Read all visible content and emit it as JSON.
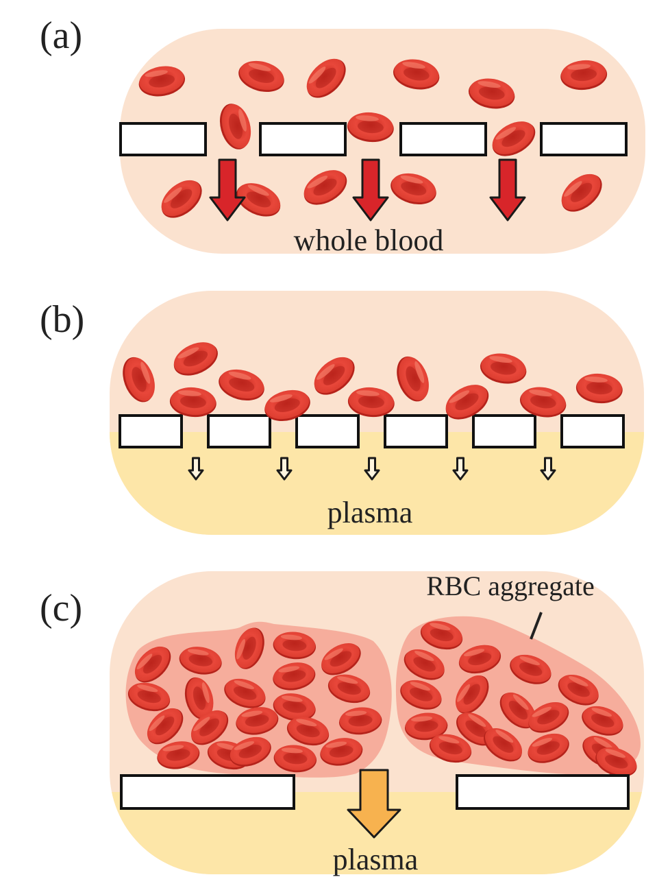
{
  "panels": [
    {
      "label": "(a)",
      "caption": "whole blood"
    },
    {
      "label": "(b)",
      "caption": "plasma"
    },
    {
      "label": "(c)",
      "caption": "plasma",
      "annotation": "RBC aggregate"
    }
  ],
  "colors": {
    "chamber": "#fbe2cf",
    "plasma": "#fde6a8",
    "rbc": "#e8473a",
    "rbc_dark": "#b5231b",
    "rbc_light": "#f37a67",
    "aggregate": "#f6ad9c",
    "arrow_red": "#d8252a",
    "arrow_orange": "#f7b24f",
    "arrow_white": "#fff5df",
    "barrier_fill": "#ffffff",
    "barrier_stroke": "#111111"
  }
}
